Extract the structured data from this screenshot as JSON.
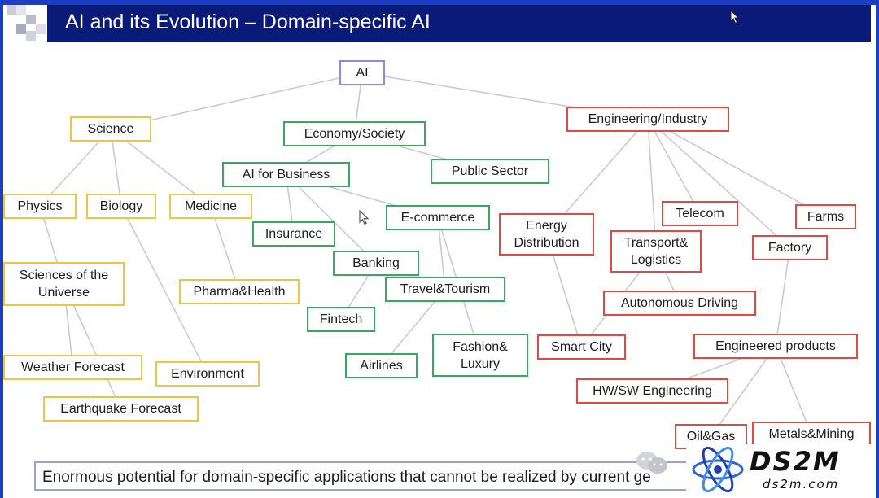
{
  "title": "AI and its Evolution – Domain-specific AI",
  "colors": {
    "title_bar": "#0a1a78",
    "frame": "#1b3fc4",
    "root": "#8a8ae8",
    "science": "#eec544",
    "economy": "#37a860",
    "engineering": "#dd4c44",
    "edge": "#c9cad6"
  },
  "nodes": [
    {
      "id": "ai",
      "label": "AI",
      "group": "blue"
    },
    {
      "id": "science",
      "label": "Science",
      "group": "yellow"
    },
    {
      "id": "economy",
      "label": "Economy/Society",
      "group": "green"
    },
    {
      "id": "engineering",
      "label": "Engineering/Industry",
      "group": "red"
    },
    {
      "id": "ai_business",
      "label": "AI for Business",
      "group": "green"
    },
    {
      "id": "public_sector",
      "label": "Public Sector",
      "group": "green"
    },
    {
      "id": "physics",
      "label": "Physics",
      "group": "yellow"
    },
    {
      "id": "biology",
      "label": "Biology",
      "group": "yellow"
    },
    {
      "id": "medicine",
      "label": "Medicine",
      "group": "yellow"
    },
    {
      "id": "insurance",
      "label": "Insurance",
      "group": "green"
    },
    {
      "id": "ecommerce",
      "label": "E-commerce",
      "group": "green"
    },
    {
      "id": "banking",
      "label": "Banking",
      "group": "green"
    },
    {
      "id": "energy",
      "label": "Energy\nDistribution",
      "group": "red"
    },
    {
      "id": "telecom",
      "label": "Telecom",
      "group": "red"
    },
    {
      "id": "farms",
      "label": "Farms",
      "group": "red"
    },
    {
      "id": "transport",
      "label": "Transport&\nLogistics",
      "group": "red"
    },
    {
      "id": "factory",
      "label": "Factory",
      "group": "red"
    },
    {
      "id": "sciences_universe",
      "label": "Sciences of the\nUniverse",
      "group": "yellow"
    },
    {
      "id": "pharma",
      "label": "Pharma&Health",
      "group": "yellow"
    },
    {
      "id": "travel",
      "label": "Travel&Tourism",
      "group": "green"
    },
    {
      "id": "fintech",
      "label": "Fintech",
      "group": "green"
    },
    {
      "id": "autonomous",
      "label": "Autonomous Driving",
      "group": "red"
    },
    {
      "id": "fashion",
      "label": "Fashion&\nLuxury",
      "group": "green"
    },
    {
      "id": "smart_city",
      "label": "Smart City",
      "group": "red"
    },
    {
      "id": "engineered",
      "label": "Engineered products",
      "group": "red"
    },
    {
      "id": "weather",
      "label": "Weather Forecast",
      "group": "yellow"
    },
    {
      "id": "environment",
      "label": "Environment",
      "group": "yellow"
    },
    {
      "id": "airlines",
      "label": "Airlines",
      "group": "green"
    },
    {
      "id": "hwsw",
      "label": "HW/SW Engineering",
      "group": "red"
    },
    {
      "id": "earthquake",
      "label": "Earthquake Forecast",
      "group": "yellow"
    },
    {
      "id": "oilgas",
      "label": "Oil&Gas",
      "group": "red"
    },
    {
      "id": "metals",
      "label": "Metals&Mining",
      "group": "red"
    }
  ],
  "edges": [
    [
      "ai",
      "science"
    ],
    [
      "ai",
      "economy"
    ],
    [
      "ai",
      "engineering"
    ],
    [
      "science",
      "physics"
    ],
    [
      "science",
      "biology"
    ],
    [
      "science",
      "medicine"
    ],
    [
      "economy",
      "ai_business"
    ],
    [
      "economy",
      "public_sector"
    ],
    [
      "ai_business",
      "insurance"
    ],
    [
      "ai_business",
      "ecommerce"
    ],
    [
      "ai_business",
      "banking"
    ],
    [
      "ecommerce",
      "travel"
    ],
    [
      "ecommerce",
      "fashion"
    ],
    [
      "banking",
      "fintech"
    ],
    [
      "travel",
      "airlines"
    ],
    [
      "physics",
      "sciences_universe"
    ],
    [
      "sciences_universe",
      "weather"
    ],
    [
      "sciences_universe",
      "earthquake"
    ],
    [
      "biology",
      "environment"
    ],
    [
      "medicine",
      "pharma"
    ],
    [
      "engineering",
      "energy"
    ],
    [
      "engineering",
      "telecom"
    ],
    [
      "engineering",
      "farms"
    ],
    [
      "engineering",
      "transport"
    ],
    [
      "engineering",
      "factory"
    ],
    [
      "energy",
      "smart_city"
    ],
    [
      "transport",
      "smart_city"
    ],
    [
      "transport",
      "autonomous"
    ],
    [
      "factory",
      "engineered"
    ],
    [
      "engineered",
      "hwsw"
    ],
    [
      "engineered",
      "oilgas"
    ],
    [
      "engineered",
      "metals"
    ]
  ],
  "footer": {
    "text": "Enormous potential for domain-specific applications that cannot be realized by current ge"
  },
  "watermark": {
    "brand": "DS2M",
    "url": "ds2m.com"
  },
  "icons": {
    "cursor": "mouse-pointer-icon",
    "wechat": "wechat-icon",
    "logo": "atom-logo-icon"
  }
}
